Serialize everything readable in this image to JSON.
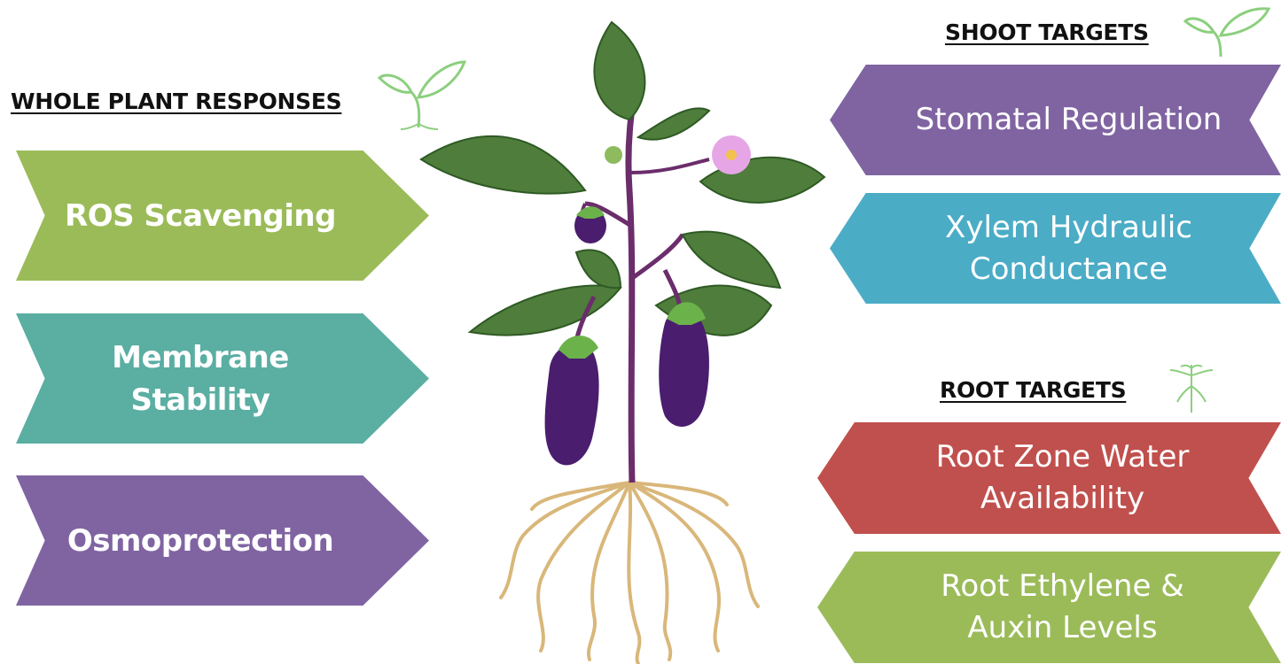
{
  "left": {
    "heading": "WHOLE PLANT RESPONSES",
    "items": [
      {
        "label": "ROS Scavenging",
        "color": "#9bbb59"
      },
      {
        "label": "Membrane Stability",
        "color": "#5aaea2"
      },
      {
        "label": "Osmoprotection",
        "color": "#8064a2"
      }
    ]
  },
  "shoot": {
    "heading": "SHOOT TARGETS",
    "items": [
      {
        "label": "Stomatal Regulation",
        "color": "#8064a2"
      },
      {
        "label": "Xylem Hydraulic Conductance",
        "color": "#4bacc6"
      }
    ]
  },
  "root": {
    "heading": "ROOT TARGETS",
    "items": [
      {
        "label": "Root Zone Water Availability",
        "color": "#c0504d"
      },
      {
        "label": "Root Ethylene & Auxin Levels",
        "color": "#9bbb59"
      }
    ]
  },
  "colors": {
    "leaf": "#4f7d3c",
    "stem": "#6b2d6b",
    "fruit": "#4a1d6e",
    "root": "#d9b77a",
    "flower": "#e6a6e6"
  }
}
